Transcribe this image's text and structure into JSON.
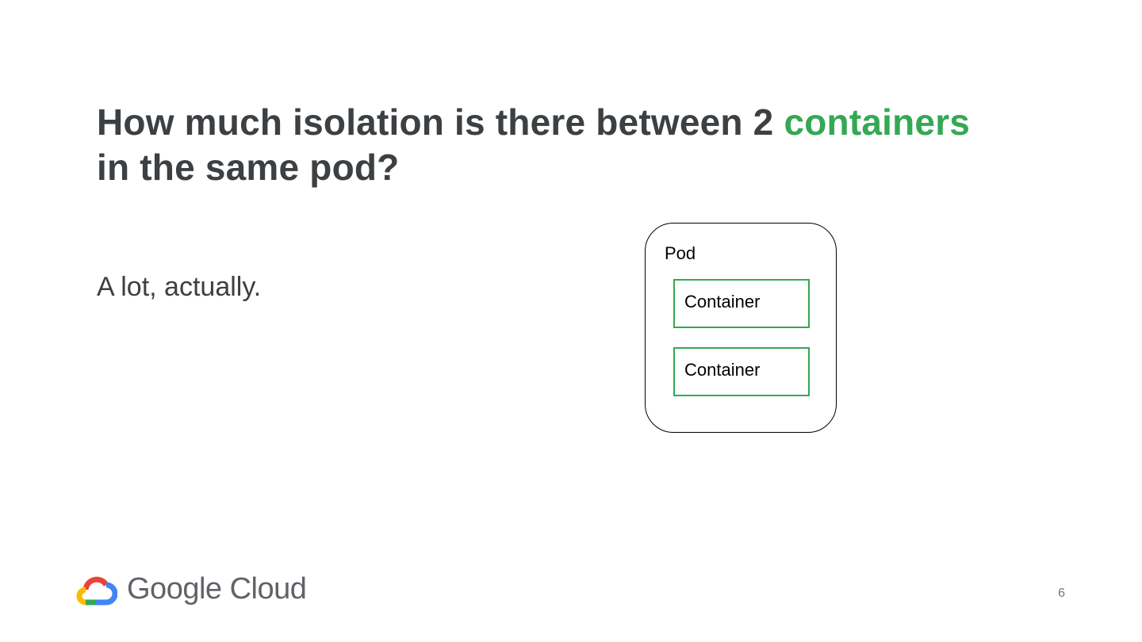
{
  "slide": {
    "title_main": "How much isolation is there between 2 ",
    "title_accent": "containers",
    "title_end": "in the same pod?",
    "body": "A lot, actually.",
    "page_number": "6"
  },
  "diagram": {
    "pod_label": "Pod",
    "containers": [
      "Container",
      "Container"
    ]
  },
  "footer": {
    "brand": "Google Cloud",
    "logo_icon": "google-cloud-logo-icon"
  },
  "colors": {
    "title": "#3c4043",
    "accent": "#34a853",
    "container_border": "#34a853",
    "pod_border": "#000000",
    "logo_red": "#ea4335",
    "logo_yellow": "#fbbc04",
    "logo_green": "#34a853",
    "logo_blue": "#4285f4"
  }
}
